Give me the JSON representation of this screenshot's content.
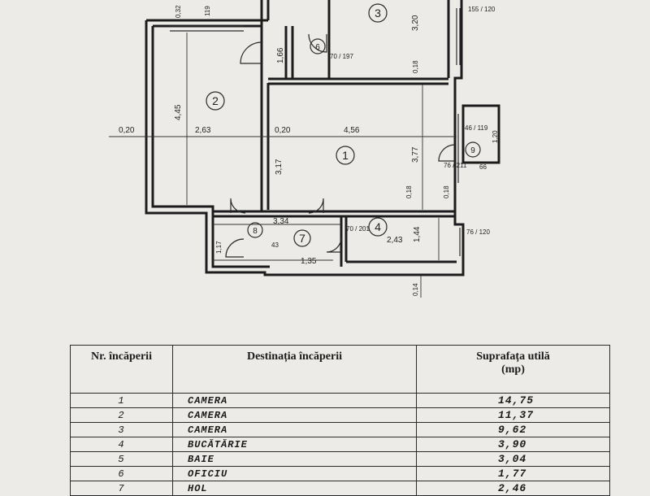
{
  "plan": {
    "rooms": [
      {
        "id": "1",
        "label": "1"
      },
      {
        "id": "2",
        "label": "2"
      },
      {
        "id": "3",
        "label": "3"
      },
      {
        "id": "4",
        "label": "4"
      },
      {
        "id": "6",
        "label": "6"
      },
      {
        "id": "7",
        "label": "7"
      },
      {
        "id": "8",
        "label": "8"
      },
      {
        "id": "9",
        "label": "9"
      }
    ],
    "dimensions": {
      "d_020_left": "0,20",
      "d_263": "2,63",
      "d_020_mid": "0,20",
      "d_456": "4,56",
      "d_445": "4,45",
      "d_317": "3,17",
      "d_377": "3,77",
      "d_320": "3,20",
      "d_018_top": "0,18",
      "d_018_mid": "0,18",
      "d_018_right": "0,18",
      "d_166": "1,66",
      "d_334": "3,34",
      "d_135": "1,35",
      "d_144": "1,44",
      "d_243": "2,43",
      "d_117": "1,17",
      "d_014": "0,14",
      "d_043": "43",
      "d_155_120": "155 / 120",
      "d_46_119": "46 / 119",
      "d_120": "1,20",
      "d_76_120": "76 / 120",
      "d_70_197": "70 / 197",
      "d_76_211": "76 / 211",
      "d_70_201": "70 / 201",
      "d_66": "66",
      "d_119_top": "119",
      "d_032": "0,32"
    }
  },
  "table": {
    "headers": {
      "nr": "Nr. încăperii",
      "dest": "Destinația încăperii",
      "sup": "Suprafața utilă",
      "sup_unit": "(mp)"
    },
    "rows": [
      {
        "nr": "1",
        "dest": "CAMERA",
        "sup": "14,75"
      },
      {
        "nr": "2",
        "dest": "CAMERA",
        "sup": "11,37"
      },
      {
        "nr": "3",
        "dest": "CAMERA",
        "sup": "9,62"
      },
      {
        "nr": "4",
        "dest": "BUCĂTĂRIE",
        "sup": "3,90"
      },
      {
        "nr": "5",
        "dest": "BAIE",
        "sup": "3,04"
      },
      {
        "nr": "6",
        "dest": "OFICIU",
        "sup": "1,77"
      },
      {
        "nr": "7",
        "dest": "HOL",
        "sup": "2,46"
      }
    ]
  }
}
